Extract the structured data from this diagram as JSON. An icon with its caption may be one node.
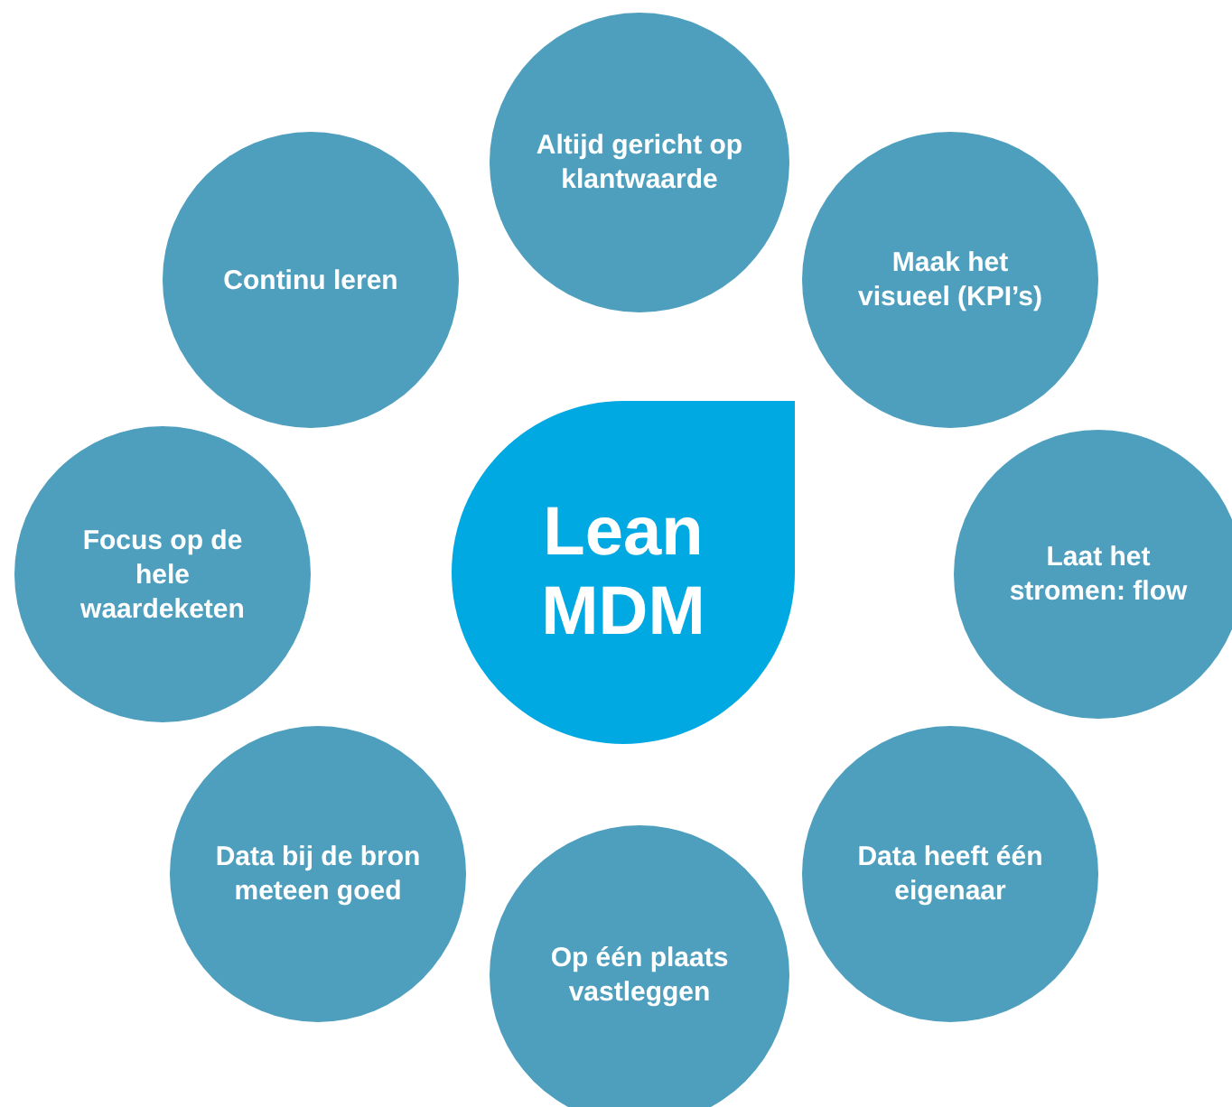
{
  "diagram": {
    "nodes": [
      {
        "text": [
          "Lean MDM"
        ]
      },
      {
        "text": [
          "Altijd gericht op klantwaarde"
        ]
      },
      {
        "text": [
          "Maak het visueel (KPI’s)"
        ]
      },
      {
        "text": [
          "Laat het stromen: flow"
        ]
      },
      {
        "text": [
          "Data heeft één eigenaar"
        ]
      },
      {
        "text": [
          "Op één plaats vastleggen"
        ]
      },
      {
        "text": [
          "Data bij de bron meteen goed"
        ]
      },
      {
        "text": [
          "Focus op de hele waardeketen"
        ]
      },
      {
        "text": [
          "Continu leren"
        ]
      }
    ]
  }
}
